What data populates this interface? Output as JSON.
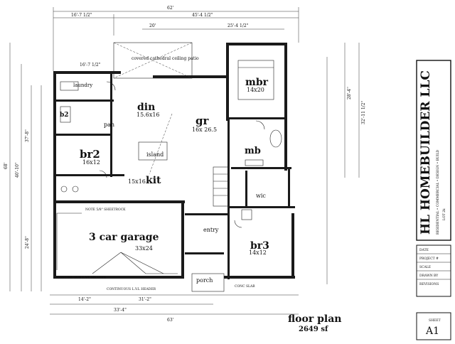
{
  "sheet": {
    "company": "HL HOMEBUILDER LLC",
    "company_sub": "RESIDENTIAL • COMMERCIAL • DESIGN • BUILD",
    "lot": "LOT 2k",
    "sheet_label": "SHEET",
    "sheet_number": "A1",
    "title_block": [
      "DATE",
      "PROJECT #",
      "SCALE",
      "DRAWN BY",
      "REVISIONS"
    ]
  },
  "plan": {
    "title": "floor plan",
    "area": "2649 sf"
  },
  "rooms": {
    "laundry": "laundry",
    "patio": "covered cathedral ceiling patio",
    "din": "din",
    "din_size": "15.6x16",
    "gr": "gr",
    "gr_size": "16x 26.5",
    "mbr": "mbr",
    "mbr_size": "14x20",
    "mb": "mb",
    "wic": "wic",
    "b2": "b2",
    "pan": "pan",
    "br2": "br2",
    "br2_size": "16x12",
    "island": "island",
    "kit": "kit",
    "kit_size": "15x16",
    "garage": "3 car garage",
    "garage_size": "33x24",
    "entry": "entry",
    "porch": "porch",
    "br3": "br3",
    "br3_size": "14x12"
  },
  "dimensions": {
    "overall_top": "62'",
    "top_left": "16'-7 1/2\"",
    "top_right": "45'-4 1/2\"",
    "second_a": "20'",
    "second_b": "25'-4 1/2\"",
    "patio_dim": "16'-7 1/2\"",
    "right_a": "32'-11 1/2\"",
    "right_b": "28'-4\"",
    "left_overall": "68'",
    "left_a": "40'-10\"",
    "left_b": "37'-8\"",
    "left_c": "24'-8\"",
    "bottom_overall": "63'",
    "bottom_a": "33'-4\"",
    "bottom_b": "14'-2\"",
    "bottom_c": "31'-2\""
  },
  "notes": {
    "garage_left": "CONTINUOUS L.V.L HEADER",
    "garage_bottom": "CONTINUOUS L.V.L HEADER",
    "conc_slab": "CONC SLAB",
    "garage_note": "NOTE 5/8\" SHEETROCK"
  }
}
